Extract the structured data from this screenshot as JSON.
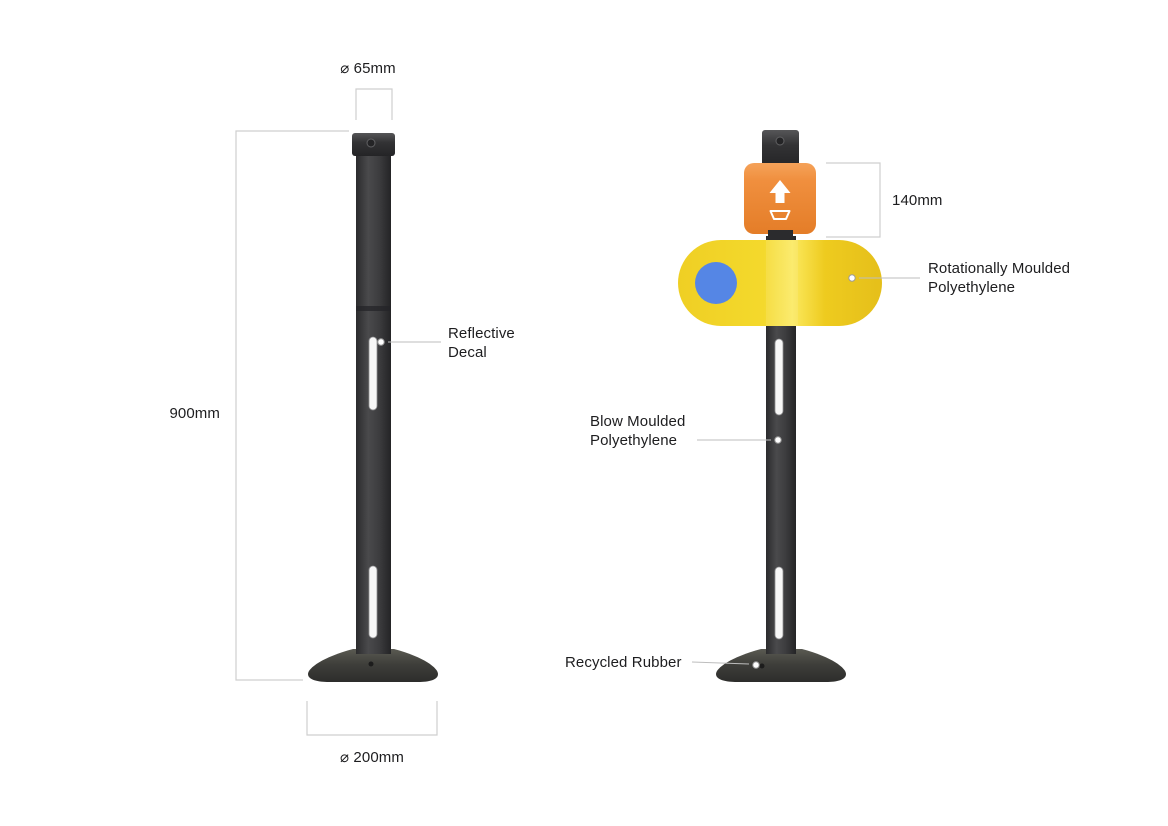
{
  "title": "Bollard dimension and materials diagram",
  "colors": {
    "background": "#ffffff",
    "post": "#3a3a3c",
    "base": "#454541",
    "accent_orange": "#ee8a3a",
    "accent_yellow": "#f3d729",
    "accent_blue": "#5586e5",
    "reflective_strip": "#f7f7f7",
    "dimension_line": "#cfcfcf",
    "text": "#1d1d1f"
  },
  "left_view": {
    "top_diameter_label": "⌀ 65mm",
    "height_label": "900mm",
    "base_diameter_label": "⌀ 200mm",
    "reflective_decal_label": "Reflective Decal"
  },
  "right_view": {
    "head_height_label": "140mm",
    "sign_material_label": "Rotationally Moulded Polyethylene",
    "post_material_label": "Blow Moulded Polyethylene",
    "base_material_label": "Recycled Rubber",
    "arrow_icon_glyph": "↑"
  }
}
